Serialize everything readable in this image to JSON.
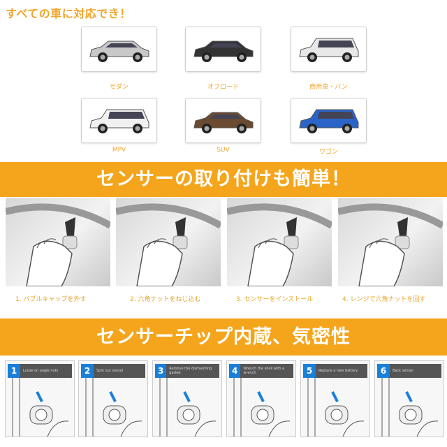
{
  "title": "すべての車に対応でき！",
  "vehicles": [
    {
      "label": "セダン",
      "color": "#c8c8c8"
    },
    {
      "label": "オフロード",
      "color": "#333333"
    },
    {
      "label": "商用車・バン",
      "color": "#e8e8e8"
    },
    {
      "label": "MPV",
      "color": "#f0f0f0"
    },
    {
      "label": "SUV",
      "color": "#6a4a30"
    },
    {
      "label": "ワゴン",
      "color": "#2a64c8"
    }
  ],
  "banner1": "センサーの取り付けも簡単！",
  "install_steps": [
    "1. バブルキャップを外す",
    "2. 六角ナットをねじ込む",
    "3. センサーをインストール",
    "4. レンジで六角ナットを回す"
  ],
  "banner2": "センサーチップ内蔵、気密性",
  "battery_steps": [
    {
      "num": "1",
      "text": "Loose on angle nuts"
    },
    {
      "num": "2",
      "text": "Spin out sensor"
    },
    {
      "num": "3",
      "text": "Remove the dismantling gasket"
    },
    {
      "num": "4",
      "text": "Wrench the shell with a wrench"
    },
    {
      "num": "5",
      "text": "Replace a new battery"
    },
    {
      "num": "6",
      "text": "Back sensor"
    }
  ],
  "colors": {
    "accent": "#f5a51c",
    "step_blue": "#1a7fd9"
  }
}
